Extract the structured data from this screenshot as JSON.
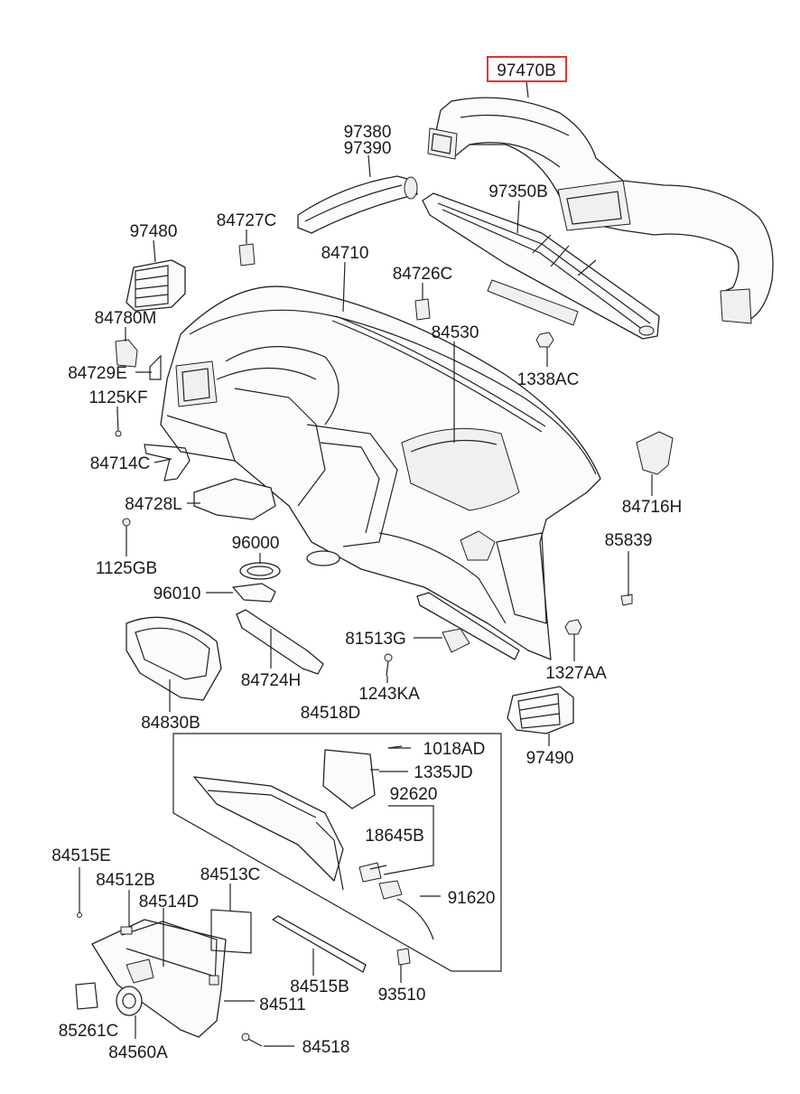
{
  "diagram": {
    "highlight_color": "#e8312f",
    "highlighted_part": "97470B",
    "parts": [
      {
        "id": "97470b",
        "label": "97470B"
      },
      {
        "id": "97380",
        "label": "97380"
      },
      {
        "id": "97390",
        "label": "97390"
      },
      {
        "id": "97350b",
        "label": "97350B"
      },
      {
        "id": "97480",
        "label": "97480"
      },
      {
        "id": "84727c",
        "label": "84727C"
      },
      {
        "id": "84710",
        "label": "84710"
      },
      {
        "id": "84726c",
        "label": "84726C"
      },
      {
        "id": "84530",
        "label": "84530"
      },
      {
        "id": "1338ac",
        "label": "1338AC"
      },
      {
        "id": "84780m",
        "label": "84780M"
      },
      {
        "id": "84729e",
        "label": "84729E"
      },
      {
        "id": "1125kf",
        "label": "1125KF"
      },
      {
        "id": "84714c",
        "label": "84714C"
      },
      {
        "id": "84716h",
        "label": "84716H"
      },
      {
        "id": "84728l",
        "label": "84728L"
      },
      {
        "id": "1125gb",
        "label": "1125GB"
      },
      {
        "id": "96000",
        "label": "96000"
      },
      {
        "id": "96010",
        "label": "96010"
      },
      {
        "id": "85839",
        "label": "85839"
      },
      {
        "id": "81513g",
        "label": "81513G"
      },
      {
        "id": "84724h",
        "label": "84724H"
      },
      {
        "id": "1243ka",
        "label": "1243KA"
      },
      {
        "id": "1327aa",
        "label": "1327AA"
      },
      {
        "id": "84830b",
        "label": "84830B"
      },
      {
        "id": "84518d",
        "label": "84518D"
      },
      {
        "id": "97490",
        "label": "97490"
      },
      {
        "id": "1018ad",
        "label": "1018AD"
      },
      {
        "id": "1335jd",
        "label": "1335JD"
      },
      {
        "id": "92620",
        "label": "92620"
      },
      {
        "id": "18645b",
        "label": "18645B"
      },
      {
        "id": "91620",
        "label": "91620"
      },
      {
        "id": "84515e",
        "label": "84515E"
      },
      {
        "id": "84512b",
        "label": "84512B"
      },
      {
        "id": "84513c",
        "label": "84513C"
      },
      {
        "id": "84514d",
        "label": "84514D"
      },
      {
        "id": "84515b",
        "label": "84515B"
      },
      {
        "id": "84511",
        "label": "84511"
      },
      {
        "id": "93510",
        "label": "93510"
      },
      {
        "id": "85261c",
        "label": "85261C"
      },
      {
        "id": "84560a",
        "label": "84560A"
      },
      {
        "id": "84518",
        "label": "84518"
      }
    ]
  }
}
